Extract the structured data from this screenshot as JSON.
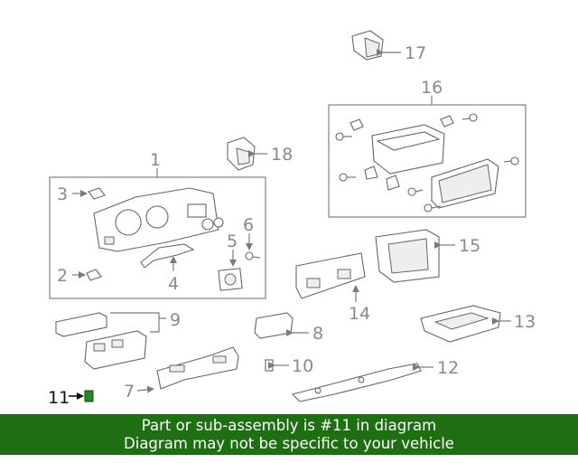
{
  "callouts": {
    "c1": "1",
    "c2": "2",
    "c3": "3",
    "c4": "4",
    "c5": "5",
    "c6": "6",
    "c7": "7",
    "c8": "8",
    "c9": "9",
    "c10": "10",
    "c11": "11",
    "c12": "12",
    "c13": "13",
    "c14": "14",
    "c15": "15",
    "c16": "16",
    "c17": "17",
    "c18": "18"
  },
  "highlight": {
    "color": "#1e8c1e",
    "part": "11"
  },
  "banner": {
    "line1": "Part or sub-assembly is #11 in diagram",
    "line2": "Diagram may not be specific to your vehicle",
    "color": "#1e6e12"
  }
}
